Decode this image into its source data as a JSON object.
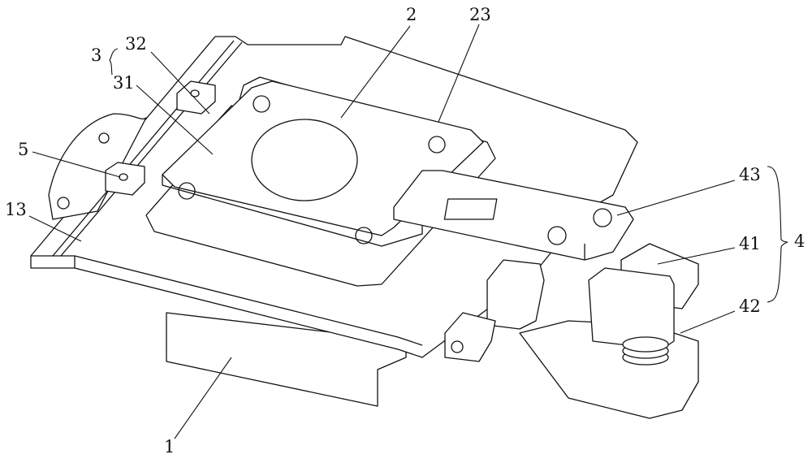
{
  "figure": {
    "labels": {
      "base": "1",
      "carrier_plate": "2",
      "plate_recess": "23",
      "guide_assembly": "3",
      "guide_block": "32",
      "guide_rail": "31",
      "stop_block": "5",
      "side_rail": "13",
      "clamp_assembly": "4",
      "clamp_slider": "43",
      "clamp_head": "41",
      "spring": "42"
    }
  }
}
